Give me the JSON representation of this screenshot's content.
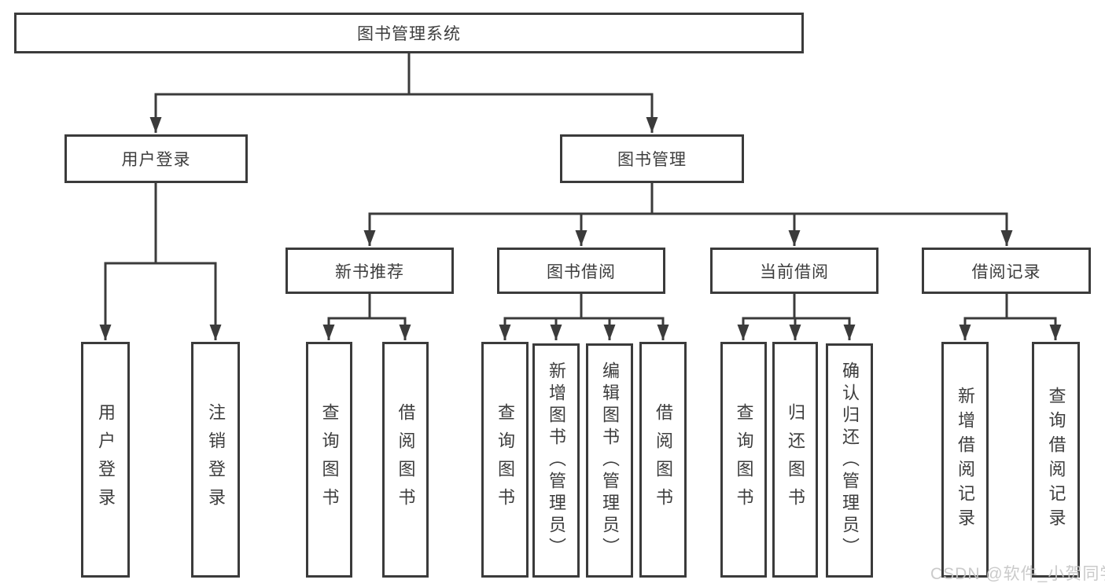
{
  "diagram": {
    "nodes": {
      "root": "图书管理系统",
      "user_login": "用户登录",
      "book_mgmt": "图书管理",
      "new_book_rec": "新书推荐",
      "book_borrow": "图书借阅",
      "current_borrow": "当前借阅",
      "borrow_records": "借阅记录"
    },
    "leaves": {
      "user_login": [
        "用户登录",
        "注销登录"
      ],
      "new_book_rec": [
        "查询图书",
        "借阅图书"
      ],
      "book_borrow": [
        "查询图书",
        "新增图书（管理员）",
        "编辑图书（管理员）",
        "借阅图书"
      ],
      "current_borrow": [
        "查询图书",
        "归还图书",
        "确认归还（管理员）"
      ],
      "borrow_records": [
        "新增借阅记录",
        "查询借阅记录"
      ]
    },
    "watermark": "CSDN @软件_小贺同学",
    "colors": {
      "line": "#3b3b3b",
      "text": "#3d3d3d",
      "watermark": "#c6c6c6",
      "background": "#ffffff"
    }
  }
}
